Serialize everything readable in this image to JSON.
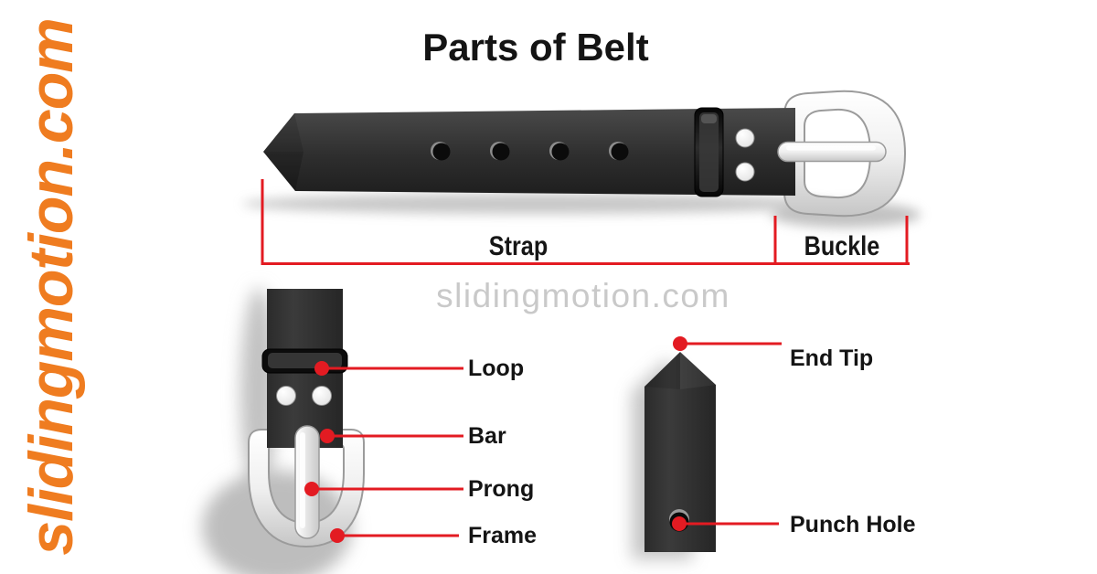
{
  "title": "Parts of Belt",
  "watermarks": {
    "left": "slidingmotion.com",
    "center": "slidingmotion.com"
  },
  "colors": {
    "annotation_red": "#e31b22",
    "watermark_orange": "#ef7c20",
    "watermark_gray": "#c9c9c9",
    "belt_black": "#2e2e2e",
    "buckle_silver": "#e9e9e9"
  },
  "top_diagram": {
    "strap_label": "Strap",
    "buckle_label": "Buckle"
  },
  "closeup_labels": {
    "loop": "Loop",
    "bar": "Bar",
    "prong": "Prong",
    "frame": "Frame",
    "end_tip": "End Tip",
    "punch_hole": "Punch Hole"
  }
}
